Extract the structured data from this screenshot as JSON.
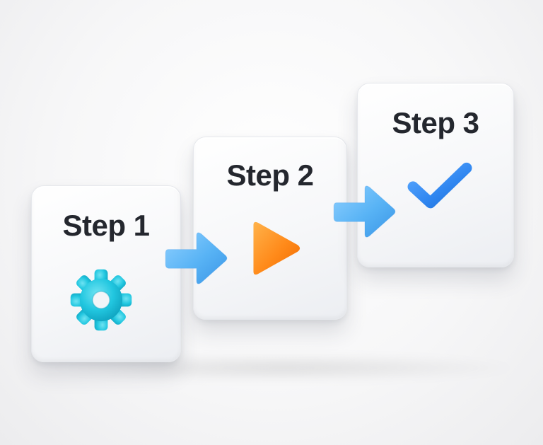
{
  "steps": [
    {
      "label": "Step 1",
      "icon": "gear-icon",
      "icon_color": "#22c7e0"
    },
    {
      "label": "Step 2",
      "icon": "play-icon",
      "icon_color": "#ff8a1a"
    },
    {
      "label": "Step 3",
      "icon": "checkmark-icon",
      "icon_color": "#2f86f0"
    }
  ],
  "connectors": [
    {
      "icon": "arrow-right-icon",
      "color": "#58b3f5"
    },
    {
      "icon": "arrow-right-icon",
      "color": "#58b3f5"
    }
  ],
  "colors": {
    "label_text": "#24272e",
    "card_background": "#f6f7f9",
    "page_background": "#f7f7f8"
  }
}
